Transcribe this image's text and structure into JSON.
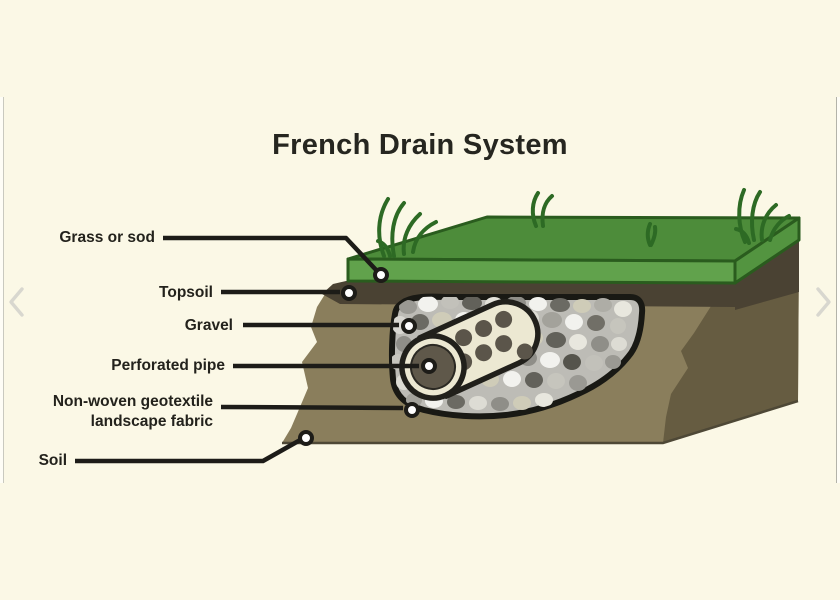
{
  "title": "French Drain System",
  "labels": {
    "grass_or_sod": "Grass or sod",
    "topsoil": "Topsoil",
    "gravel": "Gravel",
    "perforated_pipe": "Perforated pipe",
    "fabric_line1": "Non-woven geotextile",
    "fabric_line2": "landscape fabric",
    "soil": "Soil"
  },
  "nav": {
    "prev_icon": "chevron-left",
    "next_icon": "chevron-right"
  },
  "palette": {
    "background": "#fbf8e6",
    "grass_top_green": "#4d8c3a",
    "grass_front_green": "#61a24c",
    "grass_blade_green": "#2d6a24",
    "topsoil_dark_brown": "#4a4233",
    "soil_light_brown": "#8a7e5c",
    "soil_dark_brown": "#665c41",
    "gravel_gray": "#bdbcb6",
    "pipe_cream": "#ece8d2",
    "pipe_hole_dark": "#5b554a",
    "leader_line_black": "#1d1c18",
    "text_color": "#23221c",
    "chevron_gray": "#d8d7cf"
  }
}
